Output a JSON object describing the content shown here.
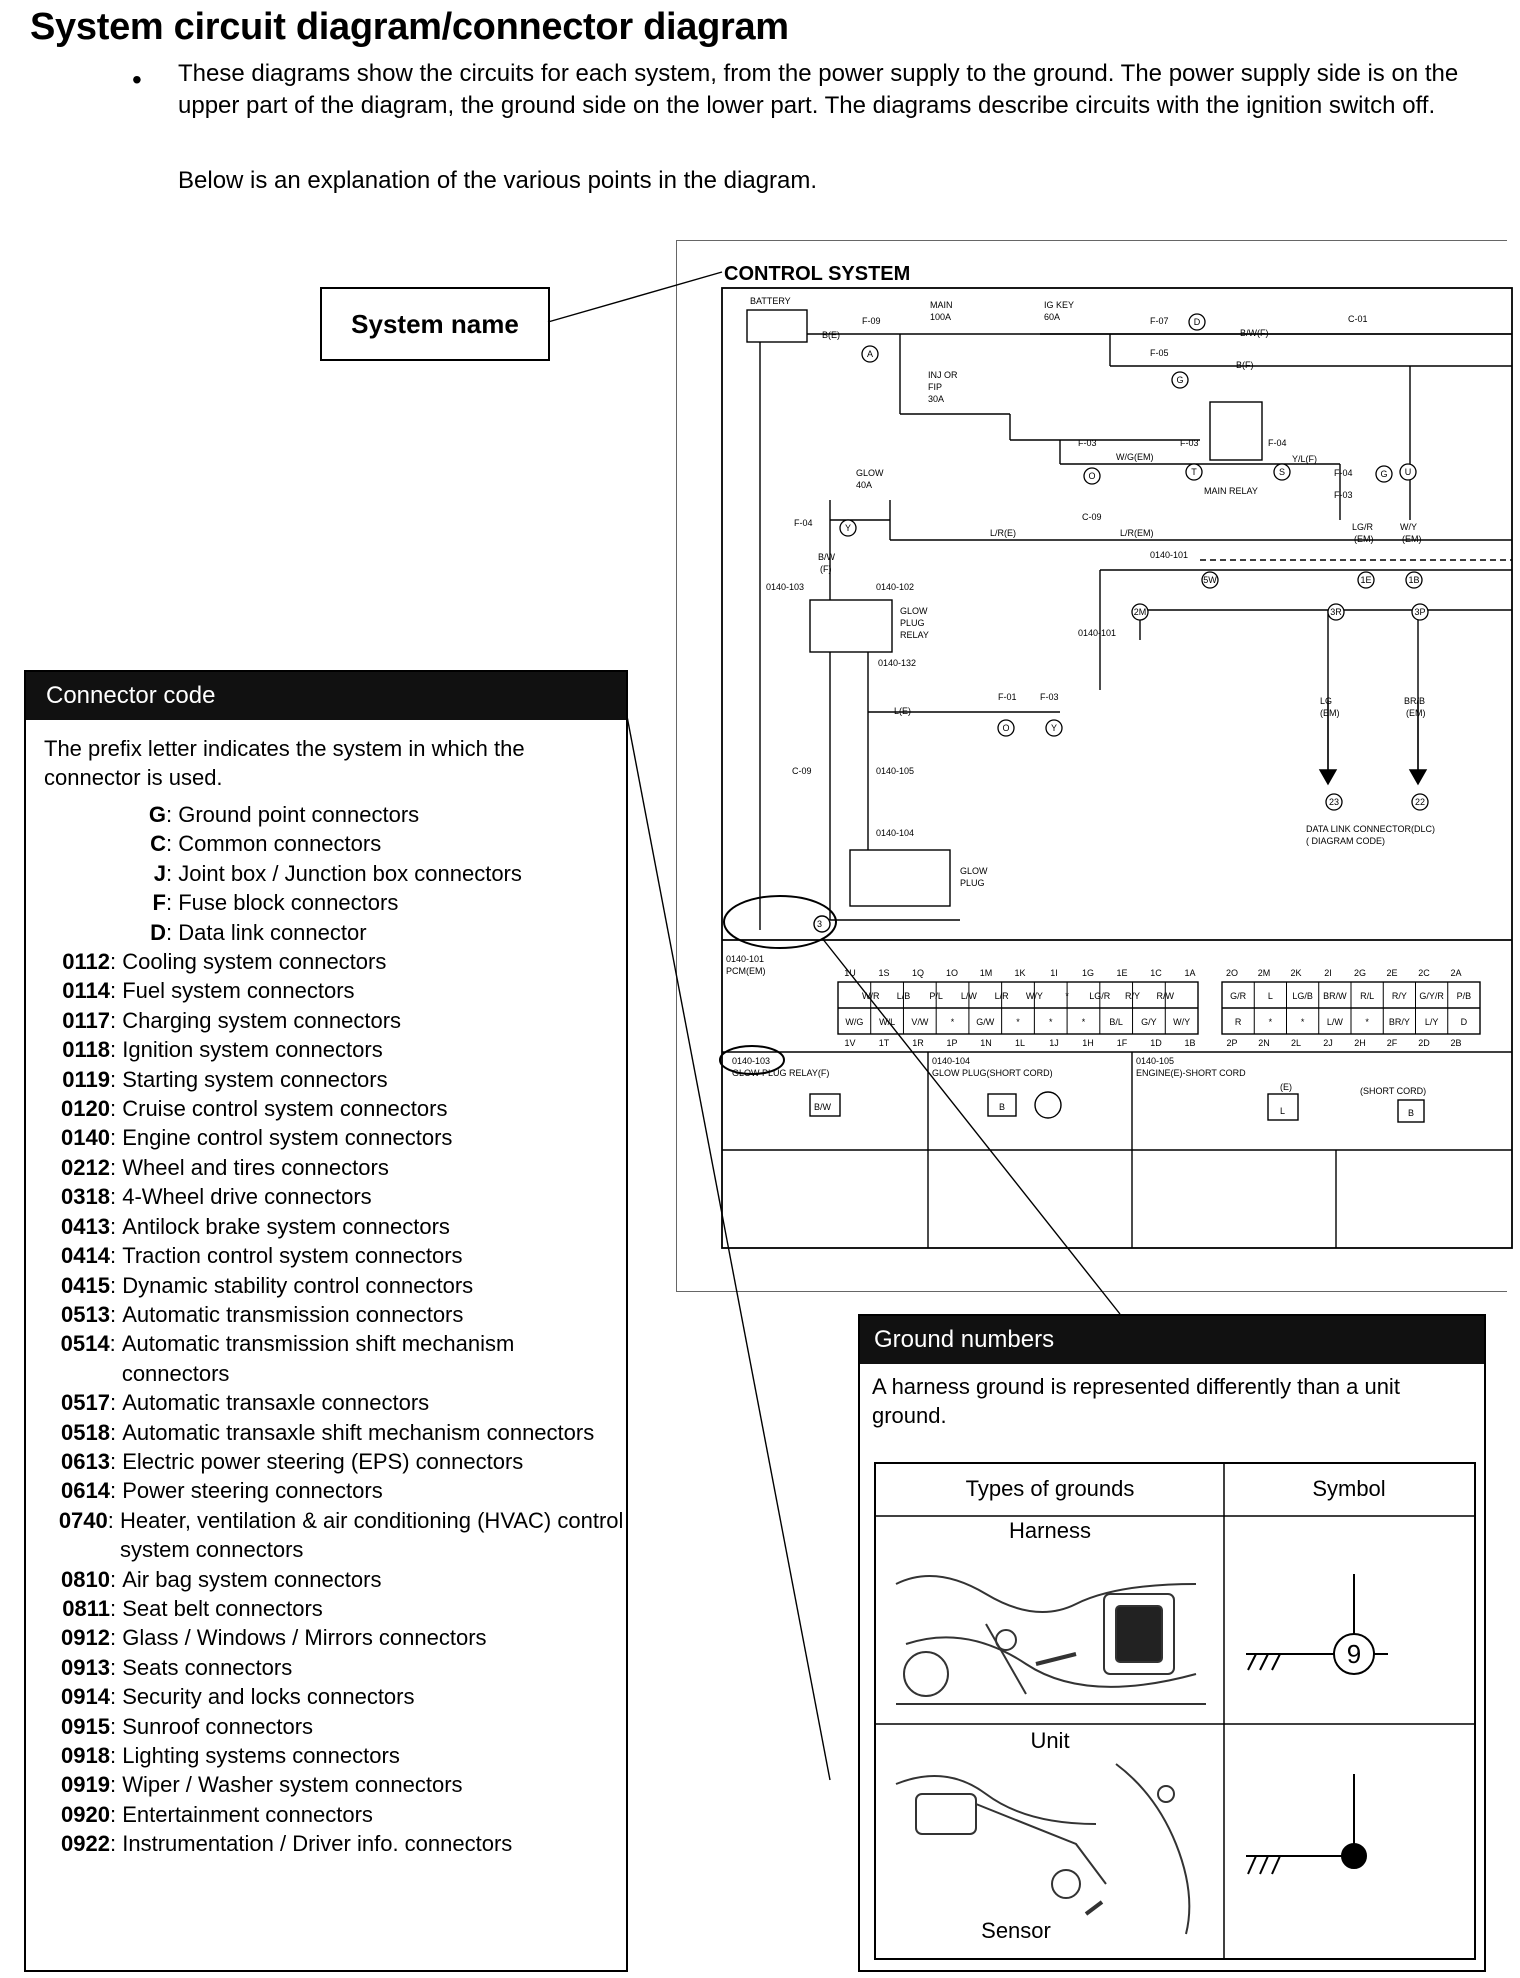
{
  "page": {
    "title": "System circuit diagram/connector diagram",
    "bullet": "•",
    "intro_1": "These diagrams show the circuits for each system, from the power supply to the ground. The power supply side is on the upper part of the diagram, the ground side on the lower part.  The diagrams describe circuits with the ignition switch off.",
    "intro_2": "Below is an explanation of the various points in the diagram."
  },
  "system_name_callout": {
    "label": "System name"
  },
  "diagram": {
    "title": "CONTROL SYSTEM",
    "labels": {
      "battery": "BATTERY",
      "main": "MAIN",
      "main_amp": "100A",
      "igkey": "IG KEY",
      "igkey_amp": "60A",
      "injor": "INJ OR",
      "fip": "FIP",
      "fip_amp": "30A",
      "glow": "GLOW",
      "glow_amp": "40A",
      "main_relay": "MAIN RELAY",
      "glow_plug_relay_1": "GLOW",
      "glow_plug_relay_2": "PLUG",
      "glow_plug_relay_3": "RELAY",
      "glow_plug_1": "GLOW",
      "glow_plug_2": "PLUG",
      "dlc_1": "DATA LINK CONNECTOR(DLC)",
      "dlc_2": "( DIAGRAM CODE)",
      "f09": "F-09",
      "f07": "F-07",
      "f05": "F-05",
      "f03": "F-03",
      "f04": "F-04",
      "f04b": "F-04",
      "f01": "F-01",
      "f03b": "F-03",
      "f04c": "F-04",
      "f03c": "F-03",
      "c01": "C-01",
      "c09": "C-09",
      "c09b": "C-09",
      "be": "B(E)",
      "bwf": "B/W(F)",
      "bf": "B(F)",
      "wgem": "W/G(EM)",
      "ylf": "Y/L(F)",
      "lge": "L/R(E)",
      "lrem": "L/R(EM)",
      "bw": "B/W",
      "bw_f": "(F)",
      "le": "L(E)",
      "lg_em": "LG",
      "br_b": "BR/B",
      "lgr": "LG/R",
      "wy": "W/Y",
      "em": "(EM)",
      "c0140_101": "0140-101",
      "c0140_102": "0140-102",
      "c0140_103": "0140-103",
      "c0140_132": "0140-132",
      "c0140_105": "0140-105",
      "c0140_104": "0140-104",
      "pcm": "PCM(EM)",
      "gpr_f": "GLOW PLUG RELAY(F)",
      "gp_short": "GLOW PLUG(SHORT CORD)",
      "engine_short": "ENGINE(E)-SHORT CORD",
      "short_cord": "(SHORT CORD)",
      "ground_num": "3",
      "circle_a": "A",
      "circle_d": "D",
      "circle_g": "G",
      "circle_t": "T",
      "circle_s": "S",
      "circle_u": "U",
      "circle_y": "Y",
      "circle_o": "O",
      "circle_5w": "5W",
      "circle_1e": "1E",
      "circle_1b": "1B",
      "circle_2m": "2M",
      "circle_3r": "3R",
      "circle_3p": "3P",
      "circle_23": "23",
      "circle_22": "22"
    },
    "pcm_pins_top": [
      "1U",
      "1S",
      "1Q",
      "1O",
      "1M",
      "1K",
      "1I",
      "1G",
      "1E",
      "1C",
      "1A",
      "2O",
      "2M",
      "2K",
      "2I",
      "2G",
      "2E",
      "2C",
      "2A"
    ],
    "pcm_row1": [
      "W/R",
      "L/B",
      "P/L",
      "L/W",
      "L/R",
      "W/Y",
      "*",
      "LG/R",
      "R/Y",
      "R/W",
      "G/R",
      "L",
      "LG/B",
      "BR/W",
      "R/L",
      "R/Y",
      "G/Y/R",
      "P/B"
    ],
    "pcm_row2": [
      "W/G",
      "W/L",
      "V/W",
      "*",
      "G/W",
      "*",
      "*",
      "*",
      "B/L",
      "G/Y",
      "W/Y",
      "R",
      "*",
      "*",
      "L/W",
      "*",
      "BR/Y",
      "L/Y",
      "D"
    ],
    "pcm_pins_bottom": [
      "1V",
      "1T",
      "1R",
      "1P",
      "1N",
      "1L",
      "1J",
      "1H",
      "1F",
      "1D",
      "1B",
      "2P",
      "2N",
      "2L",
      "2J",
      "2H",
      "2F",
      "2D",
      "2B"
    ],
    "pin_bw": "B/W",
    "pin_b": "B",
    "pin_l": "L",
    "pin_b2": "B",
    "pin_e": "(E)"
  },
  "connector_code": {
    "header": "Connector code",
    "description": "The prefix letter indicates the system in which the connector is used.",
    "items": [
      {
        "code": "G",
        "label": "Ground point connectors"
      },
      {
        "code": "C",
        "label": "Common connectors"
      },
      {
        "code": "J",
        "label": "Joint box / Junction box connectors"
      },
      {
        "code": "F",
        "label": "Fuse block connectors"
      },
      {
        "code": "D",
        "label": "Data link connector"
      },
      {
        "code": "0112",
        "label": "Cooling system connectors"
      },
      {
        "code": "0114",
        "label": "Fuel system connectors"
      },
      {
        "code": "0117",
        "label": "Charging system connectors"
      },
      {
        "code": "0118",
        "label": "Ignition system connectors"
      },
      {
        "code": "0119",
        "label": "Starting system connectors"
      },
      {
        "code": "0120",
        "label": "Cruise control system connectors"
      },
      {
        "code": "0140",
        "label": "Engine control system connectors"
      },
      {
        "code": "0212",
        "label": "Wheel and tires connectors"
      },
      {
        "code": "0318",
        "label": "4-Wheel drive connectors"
      },
      {
        "code": "0413",
        "label": "Antilock brake system connectors"
      },
      {
        "code": "0414",
        "label": "Traction control system connectors"
      },
      {
        "code": "0415",
        "label": "Dynamic stability control connectors"
      },
      {
        "code": "0513",
        "label": "Automatic transmission connectors"
      },
      {
        "code": "0514",
        "label": "Automatic transmission shift mechanism connectors"
      },
      {
        "code": "0517",
        "label": "Automatic transaxle connectors"
      },
      {
        "code": "0518",
        "label": "Automatic transaxle shift mechanism connectors"
      },
      {
        "code": "0613",
        "label": "Electric power steering (EPS) connectors"
      },
      {
        "code": "0614",
        "label": "Power steering connectors"
      },
      {
        "code": "0740",
        "label": "Heater, ventilation & air conditioning (HVAC) control system connectors"
      },
      {
        "code": "0810",
        "label": "Air bag system connectors"
      },
      {
        "code": "0811",
        "label": "Seat belt connectors"
      },
      {
        "code": "0912",
        "label": "Glass / Windows / Mirrors connectors"
      },
      {
        "code": "0913",
        "label": "Seats connectors"
      },
      {
        "code": "0914",
        "label": "Security and locks connectors"
      },
      {
        "code": "0915",
        "label": "Sunroof connectors"
      },
      {
        "code": "0918",
        "label": "Lighting systems connectors"
      },
      {
        "code": "0919",
        "label": "Wiper / Washer system connectors"
      },
      {
        "code": "0920",
        "label": "Entertainment connectors"
      },
      {
        "code": "0922",
        "label": "Instrumentation / Driver info. connectors"
      }
    ]
  },
  "ground_numbers": {
    "header": "Ground numbers",
    "description": "A harness ground is represented differently than a unit ground.",
    "table": {
      "col_types": "Types of grounds",
      "col_symbol": "Symbol",
      "row_harness": "Harness",
      "row_unit": "Unit",
      "harness_number": "9",
      "sensor_label": "Sensor"
    }
  }
}
